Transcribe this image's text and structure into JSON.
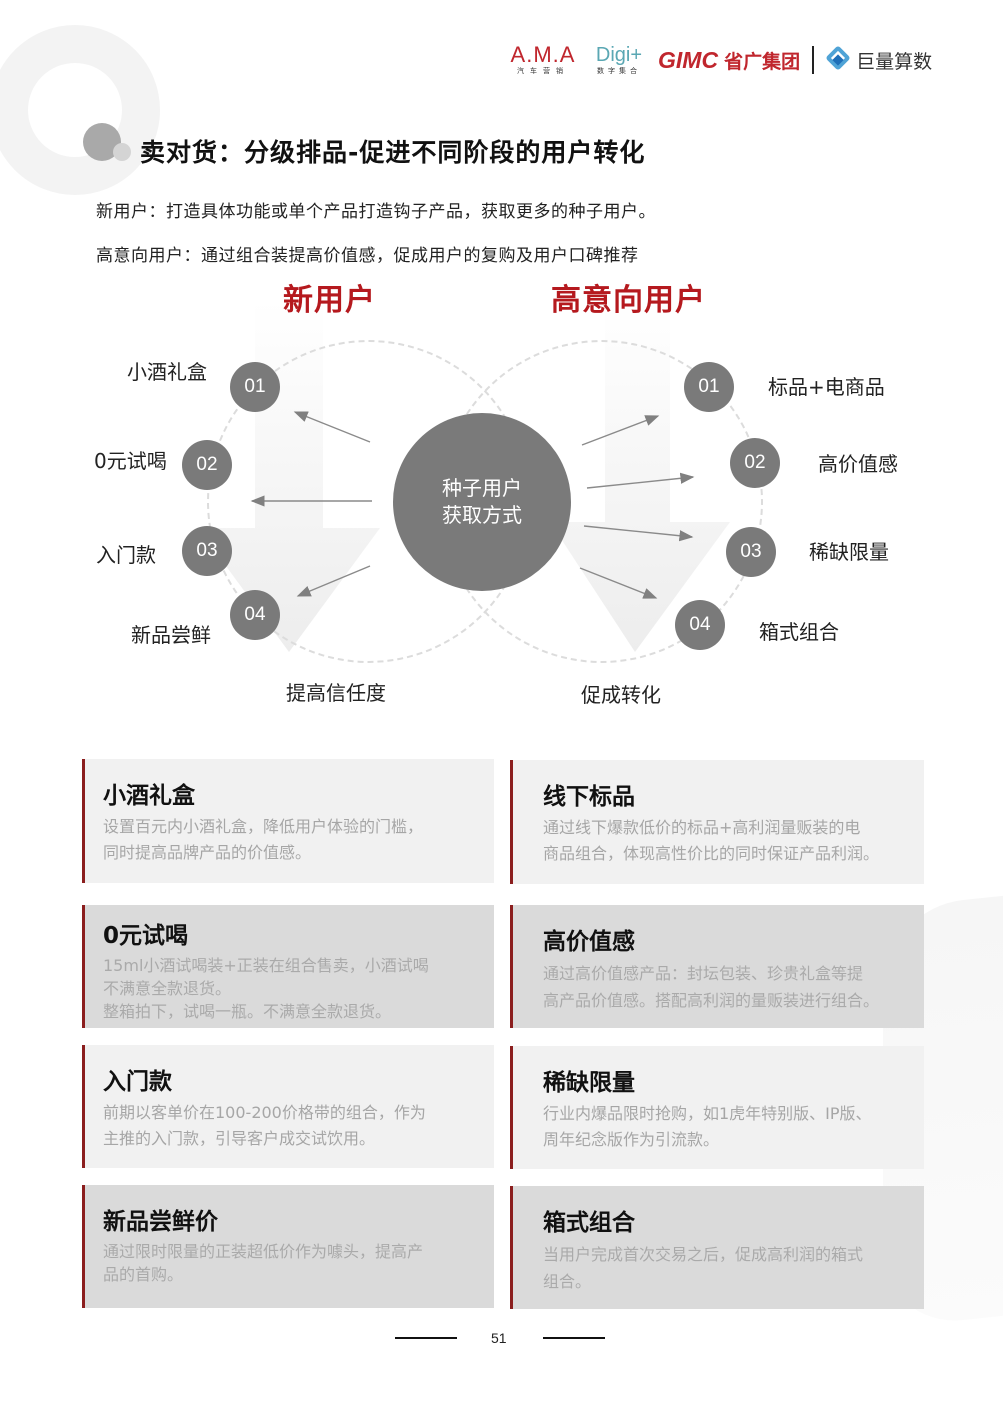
{
  "header": {
    "logos": {
      "ama": {
        "title": "A.M.A",
        "subtitle": "汽车营销"
      },
      "digi": {
        "title": "Digi+",
        "subtitle": "数字集合"
      },
      "gimc": {
        "title": "GIMC",
        "subtitle": "省广集团"
      },
      "juliang": {
        "title": "巨量算数"
      }
    }
  },
  "page": {
    "title": "卖对货：分级排品-促进不同阶段的用户转化",
    "intro_lines": [
      "新用户：打造具体功能或单个产品打造钩子产品，获取更多的种子用户。",
      "高意向用户：通过组合装提高价值感，促成用户的复购及用户口碑推荐"
    ]
  },
  "diagram": {
    "left": {
      "heading": "新用户",
      "bottom_label": "提高信任度",
      "items": [
        {
          "num": "01",
          "label": "小酒礼盒"
        },
        {
          "num": "02",
          "label": "0元试喝"
        },
        {
          "num": "03",
          "label": "入门款"
        },
        {
          "num": "04",
          "label": "新品尝鲜"
        }
      ]
    },
    "center": {
      "line1": "种子用户",
      "line2": "获取方式"
    },
    "right": {
      "heading": "高意向用户",
      "bottom_label": "促成转化",
      "items": [
        {
          "num": "01",
          "label": "标品+电商品"
        },
        {
          "num": "02",
          "label": "高价值感"
        },
        {
          "num": "03",
          "label": "稀缺限量"
        },
        {
          "num": "04",
          "label": "箱式组合"
        }
      ]
    }
  },
  "cards": {
    "left": [
      {
        "title": "小酒礼盒",
        "lines": [
          "设置百元内小酒礼盒，降低用户体验的门槛，",
          "同时提高品牌产品的价值感。"
        ]
      },
      {
        "title": "0元试喝",
        "lines": [
          "15ml小酒试喝装+正装在组合售卖，小酒试喝",
          "不满意全款退货。",
          "整箱拍下，试喝一瓶。不满意全款退货。"
        ]
      },
      {
        "title": "入门款",
        "lines": [
          "前期以客单价在100-200价格带的组合，作为",
          "主推的入门款，引导客户成交试饮用。"
        ]
      },
      {
        "title": "新品尝鲜价",
        "lines": [
          "通过限时限量的正装超低价作为噱头，提高产",
          "品的首购。"
        ]
      }
    ],
    "right": [
      {
        "title": "线下标品",
        "lines": [
          "通过线下爆款低价的标品+高利润量贩装的电",
          "商品组合，体现高性价比的同时保证产品利润。"
        ]
      },
      {
        "title": "高价值感",
        "lines": [
          "通过高价值感产品：封坛包装、珍贵礼盒等提",
          "高产品价值感。搭配高利润的量贩装进行组合。"
        ]
      },
      {
        "title": "稀缺限量",
        "lines": [
          "行业内爆品限时抢购，如1虎年特别版、IP版、",
          "周年纪念版作为引流款。"
        ]
      },
      {
        "title": "箱式组合",
        "lines": [
          "当用户完成首次交易之后，促成高利润的箱式",
          "组合。"
        ]
      }
    ]
  },
  "footer": {
    "page_number": "51"
  },
  "colors": {
    "accent_red": "#b5191e",
    "card_border": "#8b1e1e",
    "circle_gray": "#7a7a7a",
    "card_light": "#f1f1f1",
    "card_dark": "#dadada"
  }
}
